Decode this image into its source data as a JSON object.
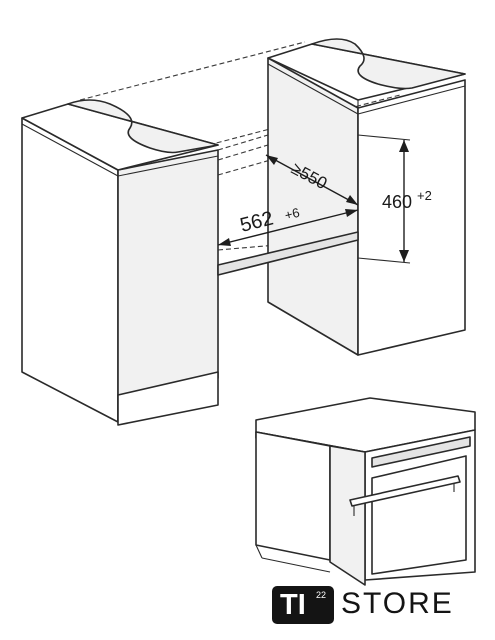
{
  "dimensions": {
    "depth": "≥550",
    "width_value": "562",
    "width_tolerance": "+6",
    "height_value": "460",
    "height_tolerance": "+2"
  },
  "logo": {
    "badge_text": "TI",
    "badge_superscript": "22",
    "store_text": "STORE"
  }
}
